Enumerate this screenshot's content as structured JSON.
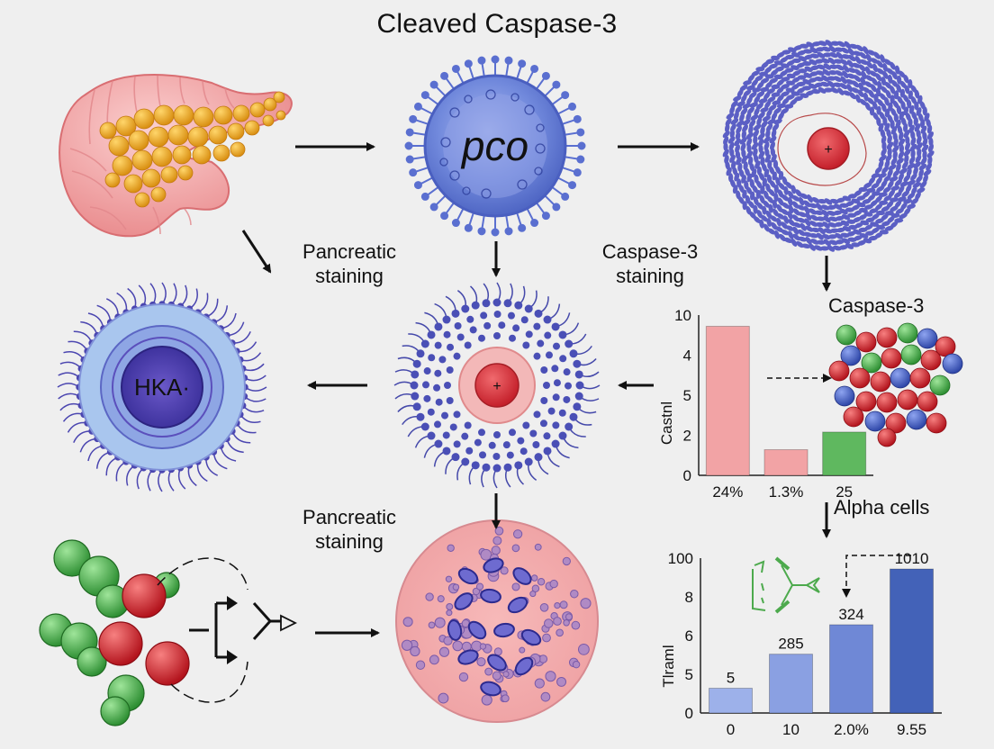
{
  "title": "Cleaved Caspase-3",
  "labels": {
    "pancreatic_staining_1": [
      "Pancreatic",
      "staining"
    ],
    "caspase_staining": [
      "Caspase-3",
      "staining"
    ],
    "pancreatic_staining_2": [
      "Pancreatic",
      "staining"
    ],
    "caspase3": "Caspase-3",
    "alpha_cells": "Alpha cells",
    "cell_text_pco": "pco",
    "cell_text_hka": "HKA·"
  },
  "colors": {
    "background": "#efefef",
    "pancreas_pink": "#f2a6a6",
    "islet_yellow": "#f0b13a",
    "cell_blue": "#6f86d8",
    "nucleus_red": "#d8333b",
    "dot_purple": "#5558b8",
    "bar_pink": "#f2a3a5",
    "bar_green": "#5fb85f",
    "bar_blue_dark": "#4362b8",
    "bar_blue_light": "#9db1ea"
  },
  "chart_data": [
    {
      "type": "bar",
      "ylabel": "Castnl",
      "ylim": [
        0,
        10
      ],
      "ytick_labels": [
        "0",
        "2",
        "5",
        "4",
        "10"
      ],
      "categories": [
        "24%",
        "1.3%",
        "25"
      ],
      "values": [
        9.3,
        1.6,
        2.7
      ],
      "colors": [
        "#f2a3a5",
        "#f2a3a5",
        "#5fb85f"
      ]
    },
    {
      "type": "bar",
      "ylabel": "Tlraml",
      "ylim": [
        0,
        100
      ],
      "ytick_labels": [
        "0",
        "5",
        "6",
        "8",
        "100"
      ],
      "categories": [
        "0",
        "10",
        "2.0%",
        "9.55"
      ],
      "values": [
        16,
        38,
        57,
        93
      ],
      "data_labels": [
        "5",
        "285",
        "324",
        "1010"
      ],
      "colors": [
        "#9db1ea",
        "#8aa0e2",
        "#6f88d6",
        "#4362b8"
      ]
    }
  ]
}
